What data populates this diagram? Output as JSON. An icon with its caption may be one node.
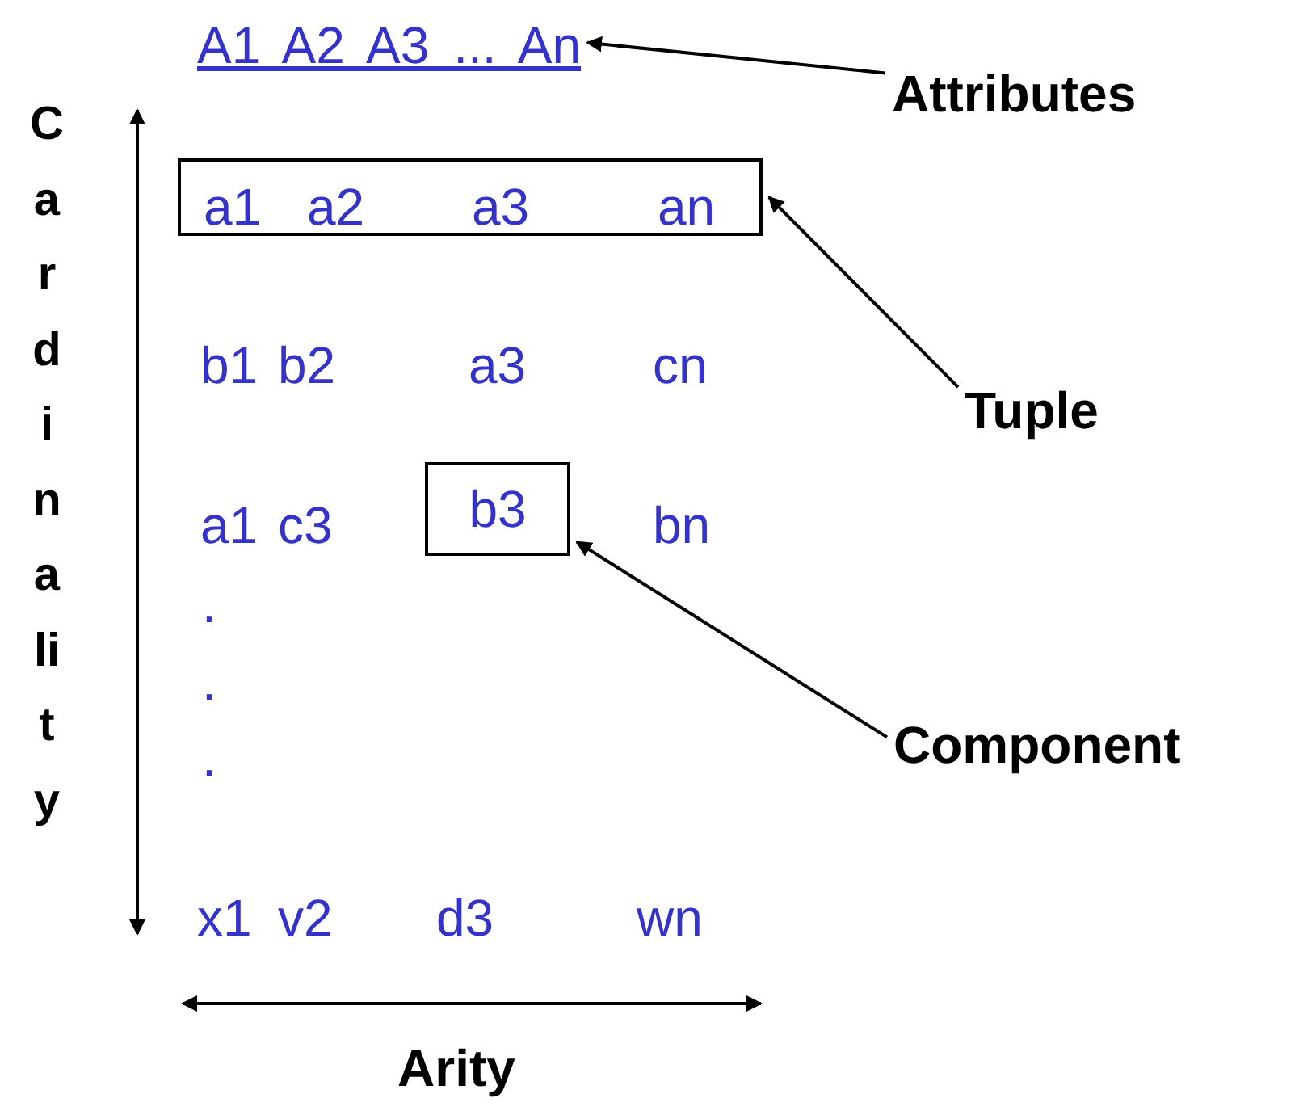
{
  "diagram": {
    "nodes": [
      {
        "text": [
          "A1 A2 A3 ... An"
        ]
      },
      {
        "text": [
          "Attributes"
        ]
      },
      {
        "text": [
          "a1",
          "a2",
          "a3",
          "an"
        ]
      },
      {
        "text": [
          "Tuple"
        ]
      },
      {
        "text": [
          "b3"
        ]
      },
      {
        "text": [
          "Component"
        ]
      }
    ],
    "edges": [
      {
        "from": 1,
        "to": 0,
        "arrow": "to"
      },
      {
        "from": 3,
        "to": 2,
        "arrow": "to"
      },
      {
        "from": 5,
        "to": 4,
        "arrow": "to"
      }
    ],
    "labels": [
      "Cardinality",
      "b1",
      "b2",
      "a3",
      "cn",
      "a1",
      "c3",
      "bn",
      ".",
      ".",
      ".",
      "x1",
      "v2",
      "d3",
      "wn",
      "Arity"
    ]
  }
}
